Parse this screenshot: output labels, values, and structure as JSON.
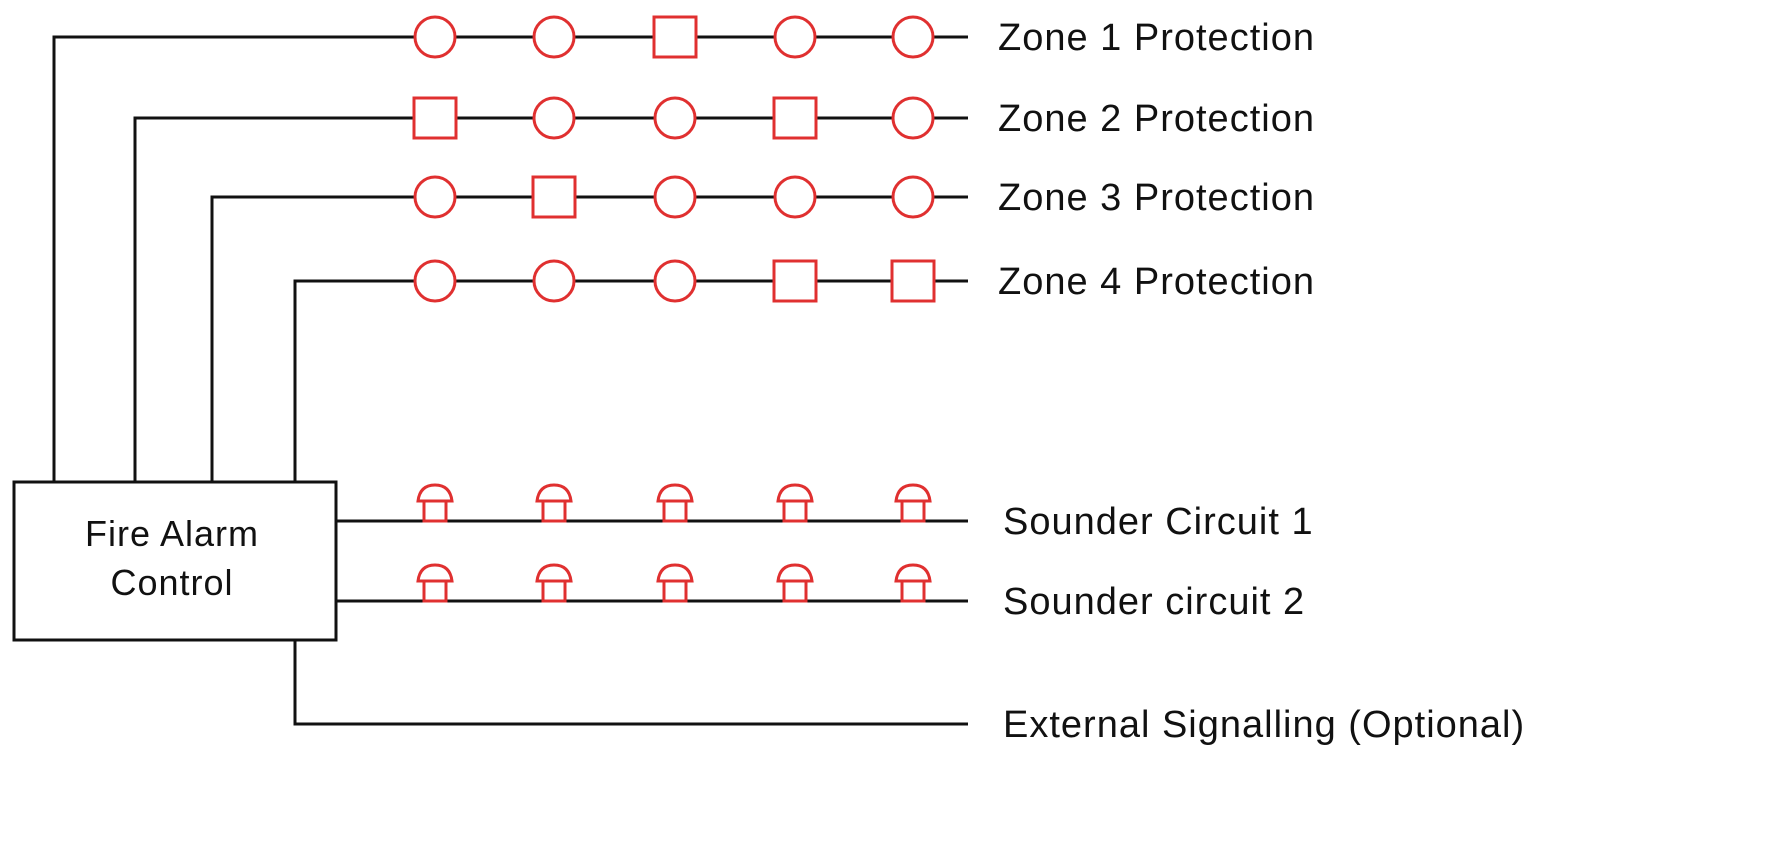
{
  "diagram": {
    "panel": {
      "label_line1": "Fire Alarm",
      "label_line2": "Control"
    },
    "colors": {
      "wire": "#111111",
      "device": "#e03030",
      "background": "#ffffff"
    },
    "zones": [
      {
        "label": "Zone 1 Protection",
        "devices": [
          "smoke-detector",
          "smoke-detector",
          "heat-detector",
          "smoke-detector",
          "smoke-detector"
        ]
      },
      {
        "label": "Zone 2 Protection",
        "devices": [
          "heat-detector",
          "smoke-detector",
          "smoke-detector",
          "heat-detector",
          "smoke-detector"
        ]
      },
      {
        "label": "Zone 3 Protection",
        "devices": [
          "smoke-detector",
          "heat-detector",
          "smoke-detector",
          "smoke-detector",
          "smoke-detector"
        ]
      },
      {
        "label": "Zone 4 Protection",
        "devices": [
          "smoke-detector",
          "smoke-detector",
          "smoke-detector",
          "heat-detector",
          "heat-detector"
        ]
      }
    ],
    "sounder_circuits": [
      {
        "label": "Sounder Circuit 1",
        "devices": [
          "sounder",
          "sounder",
          "sounder",
          "sounder",
          "sounder"
        ]
      },
      {
        "label": "Sounder circuit 2",
        "devices": [
          "sounder",
          "sounder",
          "sounder",
          "sounder",
          "sounder"
        ]
      }
    ],
    "external": {
      "label": "External Signalling (Optional)"
    }
  }
}
